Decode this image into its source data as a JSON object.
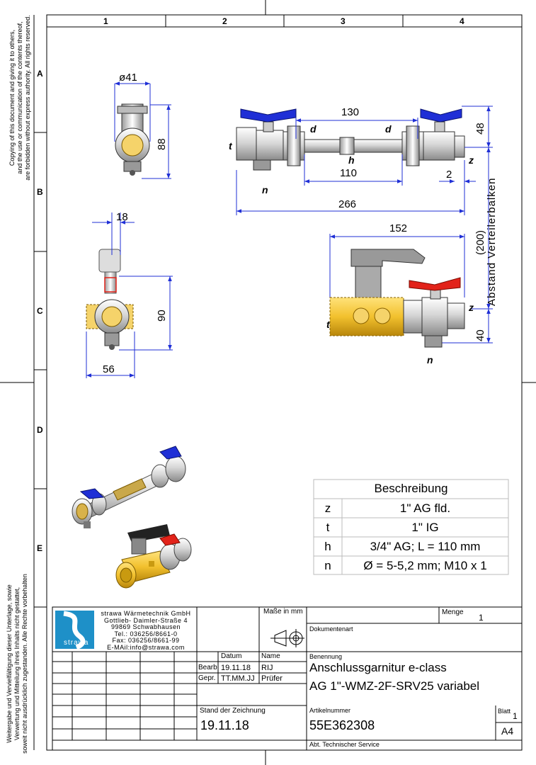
{
  "grid": {
    "columns": [
      "1",
      "2",
      "3",
      "4"
    ],
    "rows": [
      "A",
      "B",
      "C",
      "D",
      "E"
    ]
  },
  "copyright_en": [
    "Copying of this document and giving it to others,",
    "and the use or communication of the contents thereof,",
    "are forbidden without express authority. All rights reserved."
  ],
  "copyright_de": [
    "Weitergabe und Vervielfältigung dieser Unterlage, sowie",
    "Verwertung und Mitteilung ihres Inhalts nicht gestattet,",
    "soweit nicht ausdrücklich zugestanden. Alle Rechte vorbehalten"
  ],
  "dimensions": {
    "d41": "ø41",
    "d88": "88",
    "d18": "18",
    "d90": "90",
    "d56": "56",
    "d130": "130",
    "d110": "110",
    "d266": "266",
    "d48": "48",
    "d2": "2",
    "d152": "152",
    "d40": "40",
    "d200": "(200)",
    "abstand": "Abstand Verteilerbalken"
  },
  "letters": {
    "t": "t",
    "n": "n",
    "d": "d",
    "h": "h",
    "z": "z"
  },
  "beschreibung": {
    "title": "Beschreibung",
    "rows": [
      {
        "key": "z",
        "value": "1\" AG fld."
      },
      {
        "key": "t",
        "value": "1\" IG"
      },
      {
        "key": "h",
        "value": "3/4\" AG; L = 110 mm"
      },
      {
        "key": "n",
        "value": "Ø = 5-5,2 mm; M10 x 1"
      }
    ]
  },
  "company": {
    "lines": [
      "strawa Wärmetechnik GmbH",
      "Gottlieb- Daimler-Straße 4",
      "99869 Schwabhausen",
      "Tel.: 036256/8661-0",
      "Fax: 036256/8661-99",
      "E-MAil:info@strawa.com"
    ],
    "logo_text": "strawa"
  },
  "titleblock": {
    "masse_label": "Maße in mm",
    "menge_label": "Menge",
    "menge_value": "1",
    "dokumentenart_label": "Dokumentenart",
    "datum_label": "Datum",
    "name_label": "Name",
    "benennung_label": "Benennung",
    "bearb_label": "Bearb.",
    "bearb_date": "19.11.18",
    "bearb_name": "RIJ",
    "gepr_label": "Gepr.",
    "gepr_date": "TT.MM.JJ",
    "gepr_name": "Prüfer",
    "title1": "Anschlussgarnitur e-class",
    "title2": "AG 1\"-WMZ-2F-SRV25 variabel",
    "stand_label": "Stand der Zeichnung",
    "stand_value": "19.11.18",
    "artikel_label": "Artikelnummer",
    "artikel_value": "55E362308",
    "blatt_label": "Blatt",
    "blatt_value": "1",
    "format": "A4",
    "abt": "Abt. Technischer Service"
  },
  "colors": {
    "accent_blue": "#1f2fd6",
    "brass": "#f2c12e",
    "red": "#e2231a",
    "logo_blue": "#1e90c8"
  }
}
